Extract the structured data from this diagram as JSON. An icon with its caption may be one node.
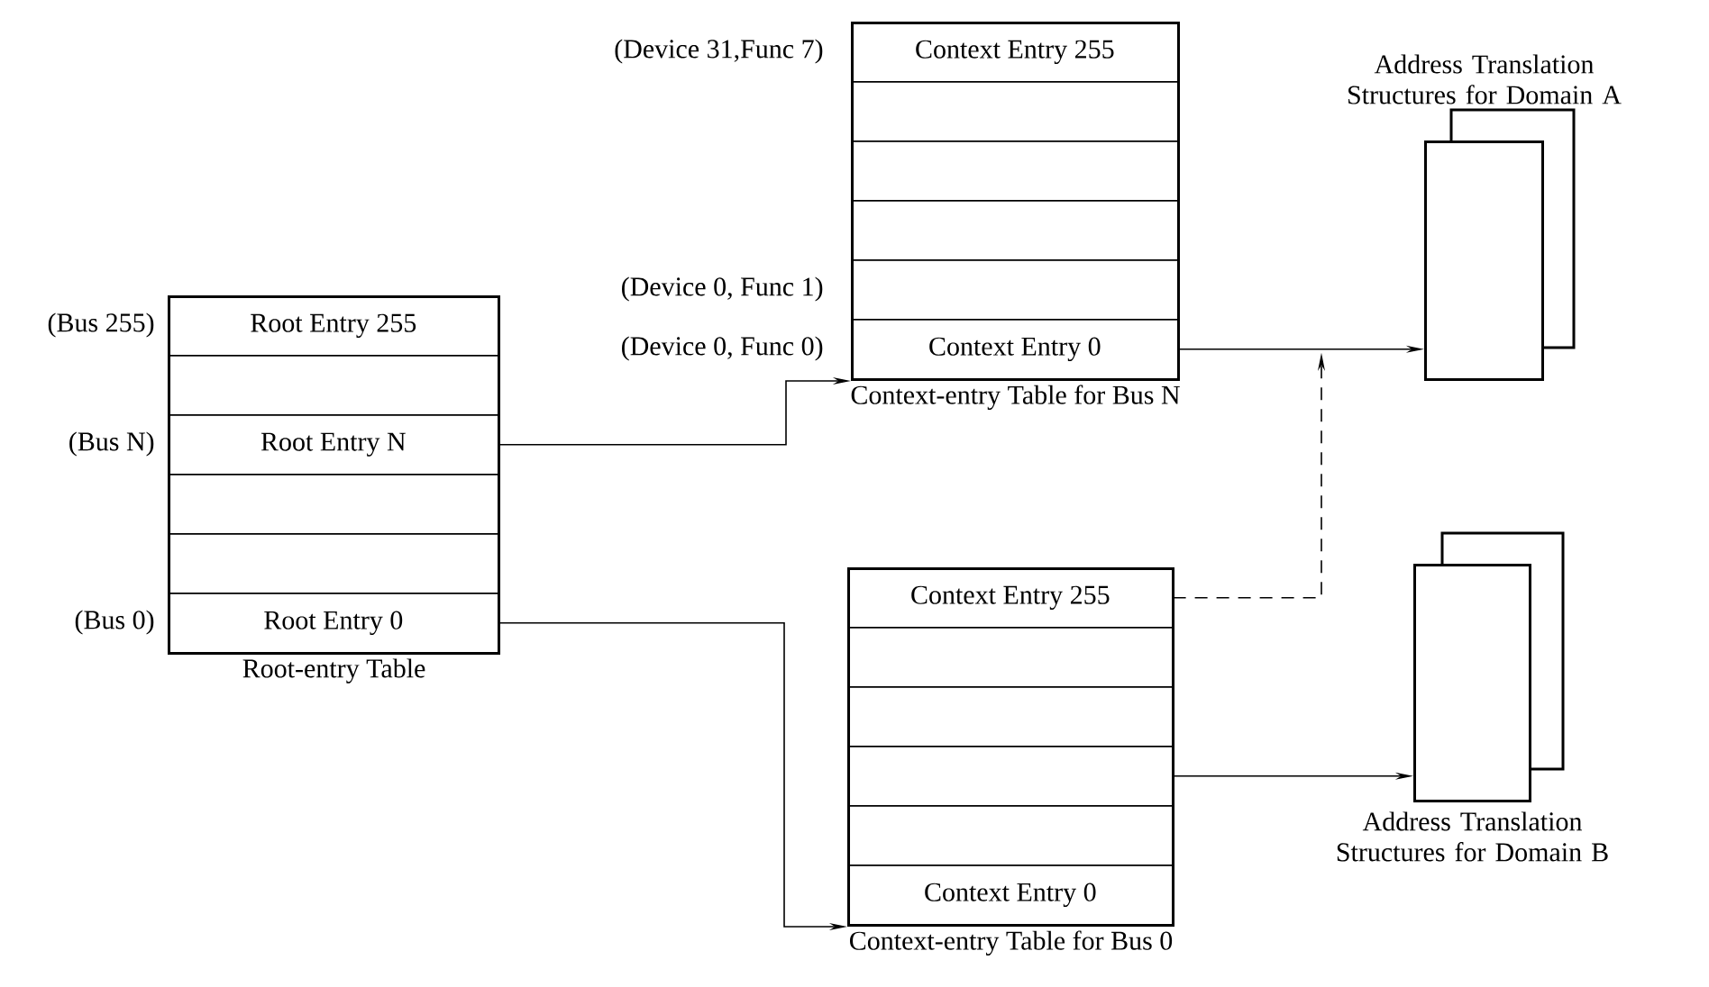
{
  "diagram": {
    "nodes": [
      {
        "text": [
          "Root-entry Table"
        ]
      },
      {
        "text": [
          "Root Entry 255"
        ],
        "in": 0,
        "beside": [
          "(Bus 255)"
        ]
      },
      {
        "text": [],
        "shape": "box",
        "in": 0
      },
      {
        "text": [
          "Root Entry N"
        ],
        "in": 0,
        "beside": [
          "(Bus N)"
        ]
      },
      {
        "text": [],
        "shape": "box",
        "in": 0
      },
      {
        "text": [],
        "shape": "box",
        "in": 0
      },
      {
        "text": [
          "Root Entry 0"
        ],
        "in": 0,
        "beside": [
          "(Bus 0)"
        ]
      },
      {
        "text": [
          "Context-entry Table for Bus N"
        ]
      },
      {
        "text": [
          "Context Entry 255"
        ],
        "in": 7,
        "beside": [
          "(Device 31,Func 7)"
        ]
      },
      {
        "text": [],
        "shape": "box",
        "in": 7
      },
      {
        "text": [],
        "shape": "box",
        "in": 7
      },
      {
        "text": [],
        "shape": "box",
        "in": 7
      },
      {
        "text": [],
        "shape": "box",
        "in": 7,
        "beside": [
          "(Device 0, Func 1)"
        ]
      },
      {
        "text": [
          "Context Entry 0"
        ],
        "in": 7,
        "beside": [
          "(Device 0, Func 0)"
        ]
      },
      {
        "text": [
          "Context-entry Table for Bus 0"
        ]
      },
      {
        "text": [
          "Context Entry 255"
        ],
        "in": 14
      },
      {
        "text": [],
        "shape": "box",
        "in": 14
      },
      {
        "text": [],
        "shape": "box",
        "in": 14
      },
      {
        "text": [],
        "shape": "box",
        "in": 14
      },
      {
        "text": [],
        "shape": "box",
        "in": 14
      },
      {
        "text": [
          "Context Entry 0"
        ],
        "in": 14
      },
      {
        "text": [
          "Address Translation Structures for Domain A"
        ]
      },
      {
        "text": [
          "Address Translation Structures for Domain B"
        ]
      }
    ],
    "edges": [
      {
        "from": 3,
        "to": 7,
        "arrow": "to"
      },
      {
        "from": 6,
        "to": 14,
        "arrow": "to"
      },
      {
        "from": 13,
        "to": 21,
        "arrow": "to"
      },
      {
        "from": 15,
        "to": 21,
        "arrow": "to",
        "style": "dashed"
      },
      {
        "from": 18,
        "to": 22,
        "arrow": "to"
      }
    ]
  }
}
